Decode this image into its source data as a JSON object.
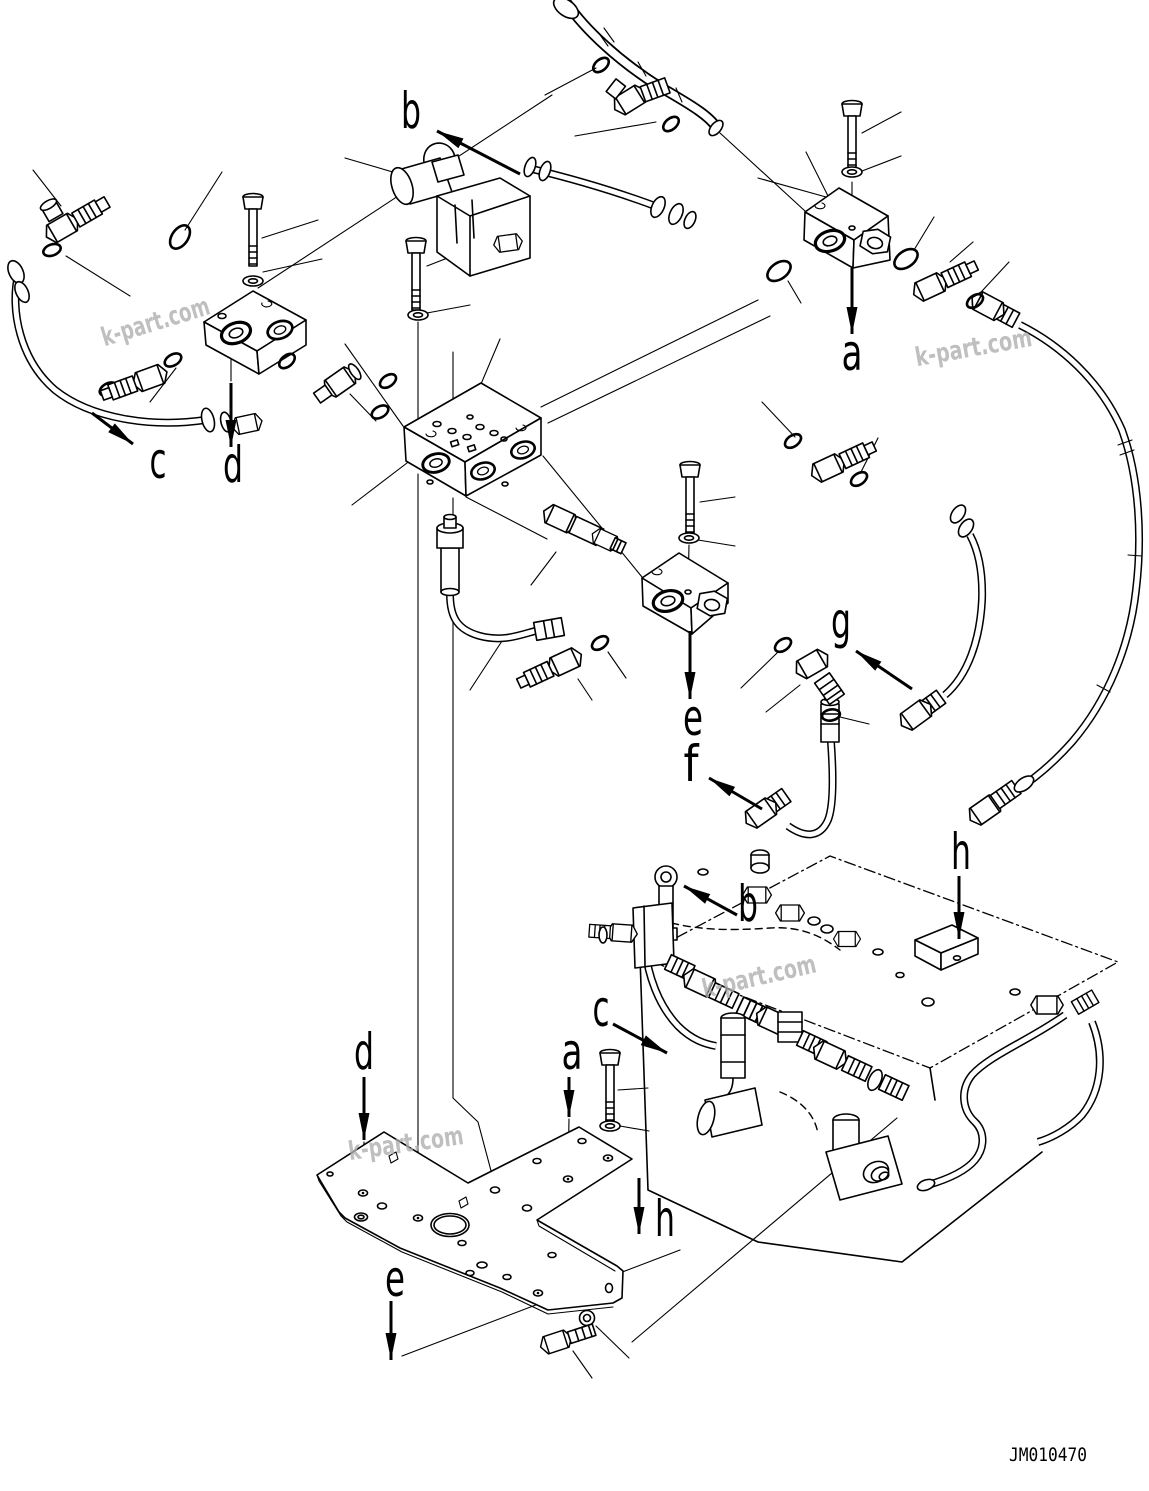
{
  "document": {
    "type": "exploded-parts-diagram",
    "subject": "hydraulic valve piping assembly",
    "drawing_number": "JM010470"
  },
  "colors": {
    "background": "#ffffff",
    "line_art": "#000000",
    "watermark": "#aeaeae"
  },
  "watermarks": [
    {
      "text": "k-part.com"
    },
    {
      "text": "k-part.com"
    },
    {
      "text": "k-part.com"
    },
    {
      "text": "k-part.com"
    }
  ],
  "callouts": [
    {
      "id": "b-upper",
      "letter": "b"
    },
    {
      "id": "a-upper",
      "letter": "a"
    },
    {
      "id": "c-upper",
      "letter": "c"
    },
    {
      "id": "d-upper",
      "letter": "d"
    },
    {
      "id": "e-mid",
      "letter": "e"
    },
    {
      "id": "f-mid",
      "letter": "f"
    },
    {
      "id": "g-mid",
      "letter": "g"
    },
    {
      "id": "h-right",
      "letter": "h"
    },
    {
      "id": "b-lower",
      "letter": "b"
    },
    {
      "id": "c-lower",
      "letter": "c"
    },
    {
      "id": "h-lower",
      "letter": "h"
    },
    {
      "id": "d-bottom",
      "letter": "d"
    },
    {
      "id": "a-bottom",
      "letter": "a"
    },
    {
      "id": "e-bottom",
      "letter": "e"
    }
  ]
}
